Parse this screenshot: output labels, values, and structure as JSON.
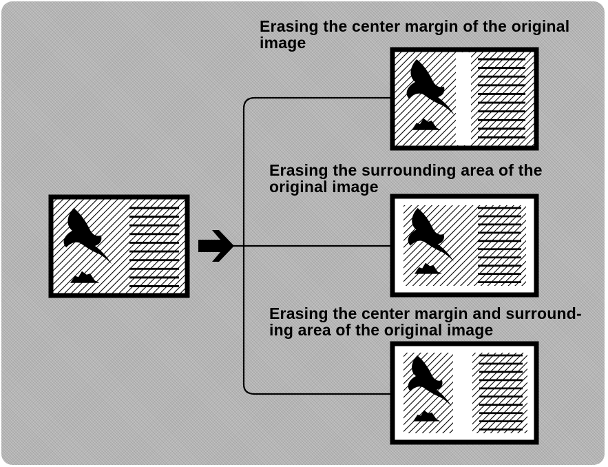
{
  "captions": {
    "center_margin": "Erasing the center margin of the original image",
    "surrounding_area": "Erasing the surrounding area of the original image",
    "center_and_surrounding": "Erasing the center margin and surround-ing area of the original image"
  },
  "colors": {
    "background": "#b7b7b7",
    "ink": "#000000",
    "paper": "#ffffff"
  },
  "icons": [
    "eagle-icon",
    "arrow-right-icon",
    "text-lines-icon"
  ]
}
